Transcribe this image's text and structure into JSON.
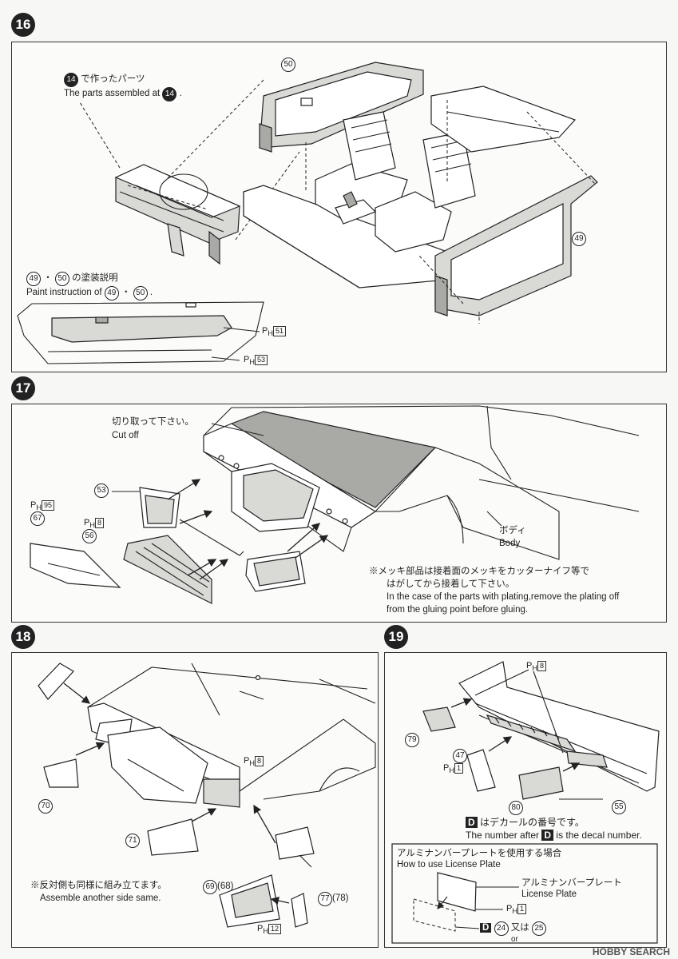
{
  "steps": [
    "16",
    "17",
    "18",
    "19"
  ],
  "step16": {
    "callout_jp_suffix": "で作ったパーツ",
    "callout_ref": "14",
    "callout_en_prefix": "The parts assembled at",
    "part_50": "50",
    "part_49": "49",
    "paint_ref_a": "49",
    "paint_ref_b": "50",
    "paint_jp_suffix": "の塗装説明",
    "paint_en_prefix": "Paint instruction of",
    "ph51_prefix": "P",
    "ph51_sub": "H",
    "ph51_num": "51",
    "ph53_prefix": "P",
    "ph53_sub": "H",
    "ph53_num": "53"
  },
  "step17": {
    "cutoff_jp": "切り取って下さい。",
    "cutoff_en": "Cut off",
    "body_jp": "ボディ",
    "body_en": "Body",
    "part_53": "53",
    "part_56": "56",
    "part_67": "67",
    "ph95_num": "95",
    "ph8_num": "8",
    "note_jp1": "※メッキ部品は接着面のメッキをカッターナイフ等で",
    "note_jp2": "はがしてから接着して下さい。",
    "note_en1": "In the case of the parts with plating,remove the plating off",
    "note_en2": "from the gluing point before gluing."
  },
  "step18": {
    "part_70": "70",
    "part_71": "71",
    "part_69": "69",
    "part_68": "(68)",
    "part_77": "77",
    "part_78": "(78)",
    "ph8_num": "8",
    "ph12_num": "12",
    "note_jp": "※反対側も同様に組み立てます。",
    "note_en": "Assemble another side same."
  },
  "step19": {
    "ph8_num": "8",
    "part_79": "79",
    "part_47": "47",
    "ph1_num": "1",
    "part_80": "80",
    "part_55": "55",
    "decal_letter": "D",
    "decal_jp_suffix": "はデカールの番号です。",
    "decal_en_prefix": "The number after",
    "decal_en_suffix": "is the decal number.",
    "plate_jp_title": "アルミナンバープレートを使用する場合",
    "plate_en_title": "How to use License Plate",
    "plate_jp_label": "アルミナンバープレート",
    "plate_en_label": "License Plate",
    "plate_ph_num": "1",
    "plate_decal_a": "24",
    "plate_or_jp": "又は",
    "plate_or_en": "or",
    "plate_decal_b": "25"
  },
  "watermark": "HOBBY SEARCH"
}
